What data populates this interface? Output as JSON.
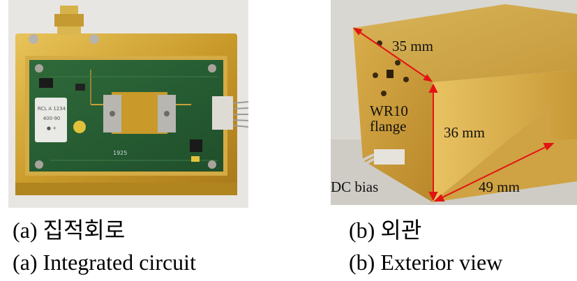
{
  "panel_a": {
    "caption_ko": "(a)  집적회로",
    "caption_en": "(a)  Integrated circuit",
    "module_text": "1925",
    "chip_text": [
      "RCL A 1234",
      "400-90",
      "● +"
    ]
  },
  "panel_b": {
    "caption_ko": "(b)  외관",
    "caption_en": "(b)  Exterior view",
    "annotations": {
      "width": "35 mm",
      "height": "36 mm",
      "depth": "49 mm",
      "port": [
        "WR10",
        "flange"
      ],
      "bias": "DC bias"
    },
    "annotation_color": "#e21414"
  }
}
